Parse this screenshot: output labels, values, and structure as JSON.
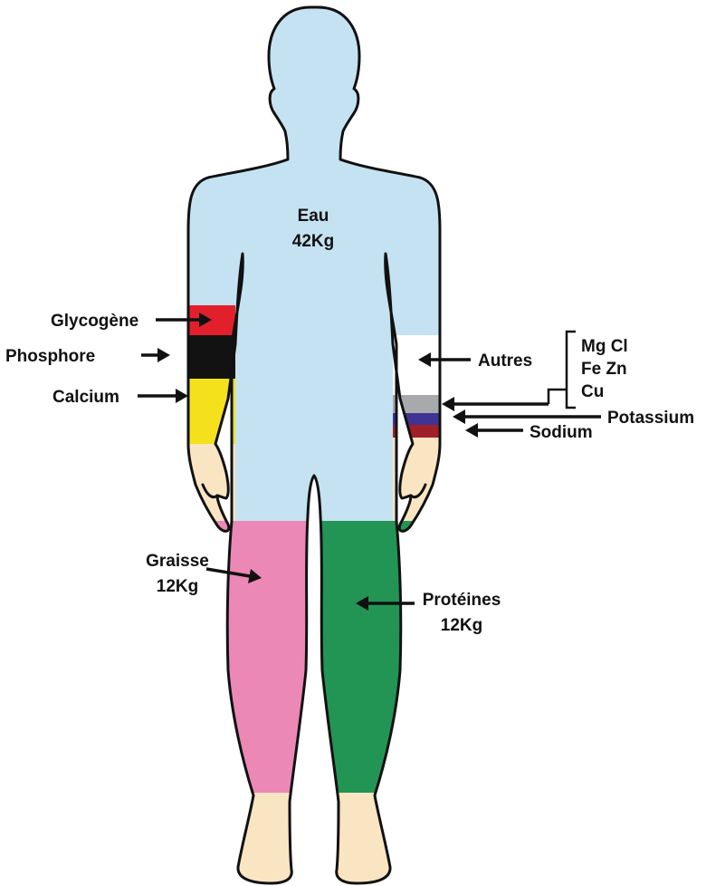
{
  "colors": {
    "water": "#c5e2f2",
    "skin": "#fae5c2",
    "fat": "#ec88b6",
    "protein": "#229555",
    "glycogen": "#e2202b",
    "phosphore": "#121212",
    "calcium": "#f5e11b",
    "others": "#ffffff",
    "potassium_gray": "#a7a9ac",
    "potassium_purple": "#3f3393",
    "sodium": "#a0202a"
  },
  "labels": {
    "water_name": "Eau",
    "water_mass": "42Kg",
    "fat_name": "Graisse",
    "fat_mass": "12Kg",
    "protein_name": "Protéines",
    "protein_mass": "12Kg",
    "glycogen": "Glycogène",
    "phosphore": "Phosphore",
    "calcium": "Calcium",
    "others": "Autres",
    "others_list": [
      "Mg Cl",
      "Fe Zn",
      "Cu"
    ],
    "potassium": "Potassium",
    "sodium": "Sodium"
  }
}
